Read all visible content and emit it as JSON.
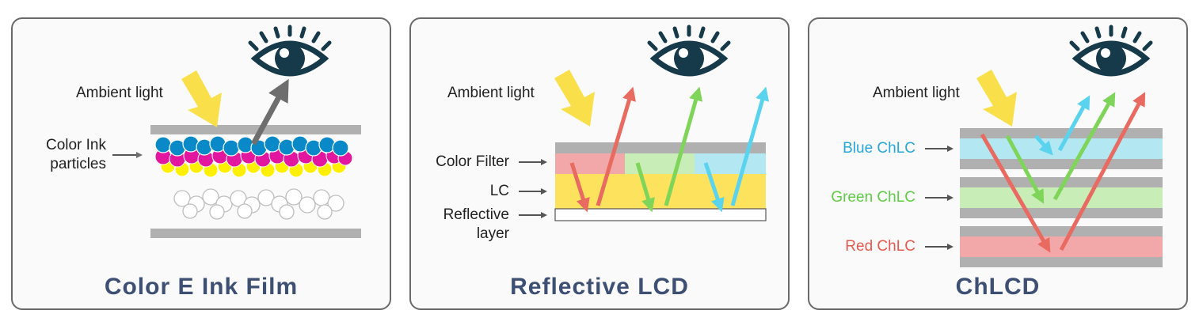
{
  "colors": {
    "title": "#3d4f72",
    "gray_layer": "#b0b0b0",
    "sunlight": "#f9e04b",
    "eye": "#163a4a",
    "cyan_ink": "#0a89c8",
    "magenta_ink": "#e3179f",
    "yellow_ink": "#ffef00",
    "red_ray": "#e86a60",
    "green_ray": "#7fd45a",
    "blue_ray": "#5ad3ee",
    "red_filter": "#f2a8a8",
    "green_filter": "#c9edb6",
    "blue_filter": "#b3e8f3",
    "lc_yellow": "#fde25e",
    "blue_label": "#27a6d9",
    "green_label": "#5fcc45",
    "red_label": "#e85a4f"
  },
  "panels": [
    {
      "title": "Color E Ink Film",
      "ambient_label": "Ambient light",
      "particles_label_line1": "Color Ink",
      "particles_label_line2": "particles"
    },
    {
      "title": "Reflective LCD",
      "ambient_label": "Ambient light",
      "color_filter_label": "Color Filter",
      "lc_label": "LC",
      "reflective_label_line1": "Reflective",
      "reflective_label_line2": "layer"
    },
    {
      "title": "ChLCD",
      "ambient_label": "Ambient light",
      "blue_label": "Blue ChLC",
      "green_label": "Green ChLC",
      "red_label": "Red ChLC"
    }
  ]
}
